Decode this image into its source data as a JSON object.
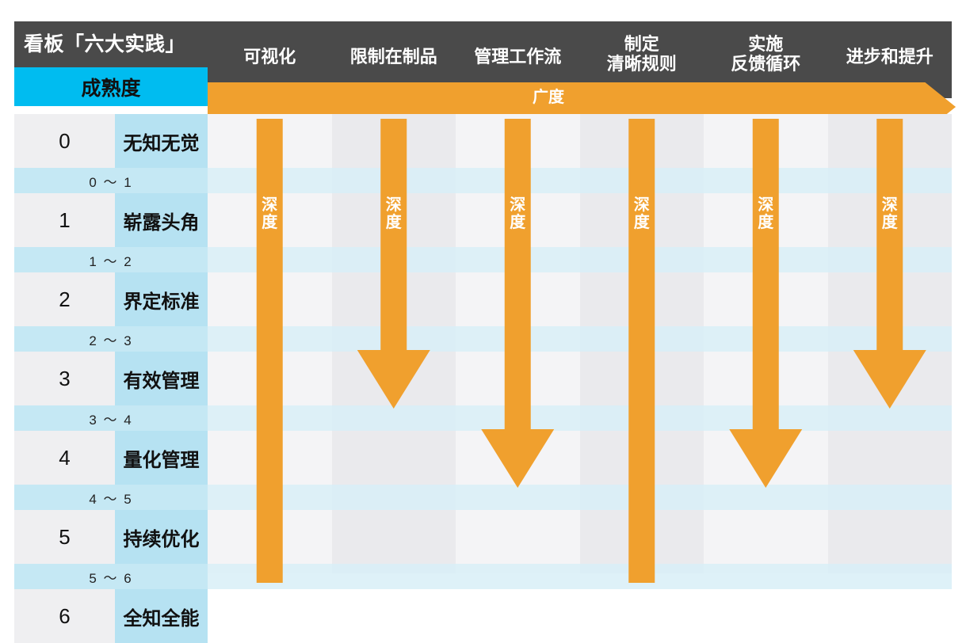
{
  "header": {
    "title": "看板「六大实践」",
    "maturity_label": "成熟度",
    "breadth_label": "广度",
    "depth_label": "深\n度"
  },
  "colors": {
    "header_dark": "#4a4a4a",
    "cyan": "#00bcf0",
    "light_blue": "#b6e2f2",
    "band_blue": "#c5e8f4",
    "orange": "#f0a02e",
    "cell_light": "#f4f4f6",
    "cell_dark": "#eaeaed"
  },
  "columns": [
    {
      "label": "可视化",
      "depth_end_level": 6
    },
    {
      "label": "限制在制品",
      "depth_end_level": 3
    },
    {
      "label": "管理工作流",
      "depth_end_level": 4
    },
    {
      "label": "制定\n清晰规则",
      "depth_end_level": 6
    },
    {
      "label": "实施\n反馈循环",
      "depth_end_level": 4
    },
    {
      "label": "进步和提升",
      "depth_end_level": 3
    }
  ],
  "rows": [
    {
      "level": "0",
      "name": "无知无觉",
      "transition": "0 ～ 1"
    },
    {
      "level": "1",
      "name": "崭露头角",
      "transition": "1 ～ 2"
    },
    {
      "level": "2",
      "name": "界定标准",
      "transition": "2 ～ 3"
    },
    {
      "level": "3",
      "name": "有效管理",
      "transition": "3 ～ 4"
    },
    {
      "level": "4",
      "name": "量化管理",
      "transition": "4 ～ 5"
    },
    {
      "level": "5",
      "name": "持续优化",
      "transition": "5 ～ 6"
    },
    {
      "level": "6",
      "name": "全知全能",
      "transition": ""
    }
  ],
  "chart_data": {
    "type": "table",
    "title": "看板「六大实践」成熟度模型",
    "xlabel": "广度",
    "ylabel": "成熟度",
    "categories": [
      "可视化",
      "限制在制品",
      "管理工作流",
      "制定清晰规则",
      "实施反馈循环",
      "进步和提升"
    ],
    "values": [
      6,
      3,
      4,
      6,
      4,
      3
    ],
    "ylim": [
      0,
      6
    ],
    "ytick_labels": [
      "0 无知无觉",
      "1 崭露头角",
      "2 界定标准",
      "3 有效管理",
      "4 量化管理",
      "5 持续优化",
      "6 全知全能"
    ],
    "legend": [
      "深度",
      "广度"
    ],
    "grid": true
  }
}
